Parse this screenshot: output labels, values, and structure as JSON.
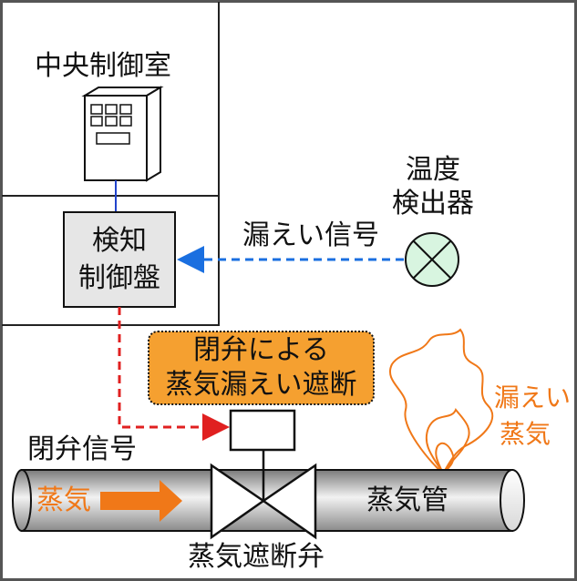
{
  "labels": {
    "control_room": "中央制御室",
    "temp_detector_l1": "温度",
    "temp_detector_l2": "検出器",
    "leak_signal": "漏えい信号",
    "panel_l1": "検知",
    "panel_l2": "制御盤",
    "callout_l1": "閉弁による",
    "callout_l2": "蒸気漏えい遮断",
    "close_signal": "閉弁信号",
    "leak_steam_l1": "漏えい",
    "leak_steam_l2": "蒸気",
    "steam": "蒸気",
    "steam_pipe": "蒸気管",
    "shutoff_valve": "蒸気遮断弁"
  },
  "colors": {
    "border": "#555555",
    "leak_signal_line": "#1a6fe0",
    "close_signal_line": "#e02020",
    "callout_fill": "#f5a030",
    "steam_orange": "#f07818",
    "detector_fill": "#d8f5e0",
    "panel_fill": "#e6e6e6"
  }
}
